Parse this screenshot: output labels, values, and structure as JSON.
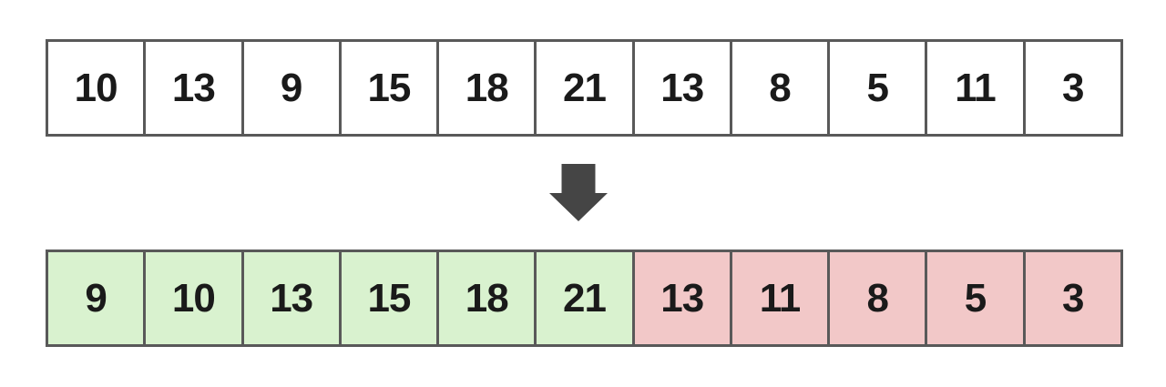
{
  "input_array": {
    "cells": [
      "10",
      "13",
      "9",
      "15",
      "18",
      "21",
      "13",
      "8",
      "5",
      "11",
      "3"
    ]
  },
  "arrow": {
    "icon": "down-arrow",
    "color": "#454545"
  },
  "output_array": {
    "cells": [
      "9",
      "10",
      "13",
      "15",
      "18",
      "21",
      "13",
      "11",
      "8",
      "5",
      "3"
    ],
    "green_cells_range": {
      "start_index": 0,
      "end_index": 5,
      "fill": "#d9f2cf"
    },
    "red_cells_range": {
      "start_index": 6,
      "end_index": 10,
      "fill": "#f2c8c8"
    }
  },
  "colors": {
    "cell_border": "#595959",
    "text": "#1a1a1a",
    "background": "#ffffff",
    "arrow": "#454545"
  }
}
